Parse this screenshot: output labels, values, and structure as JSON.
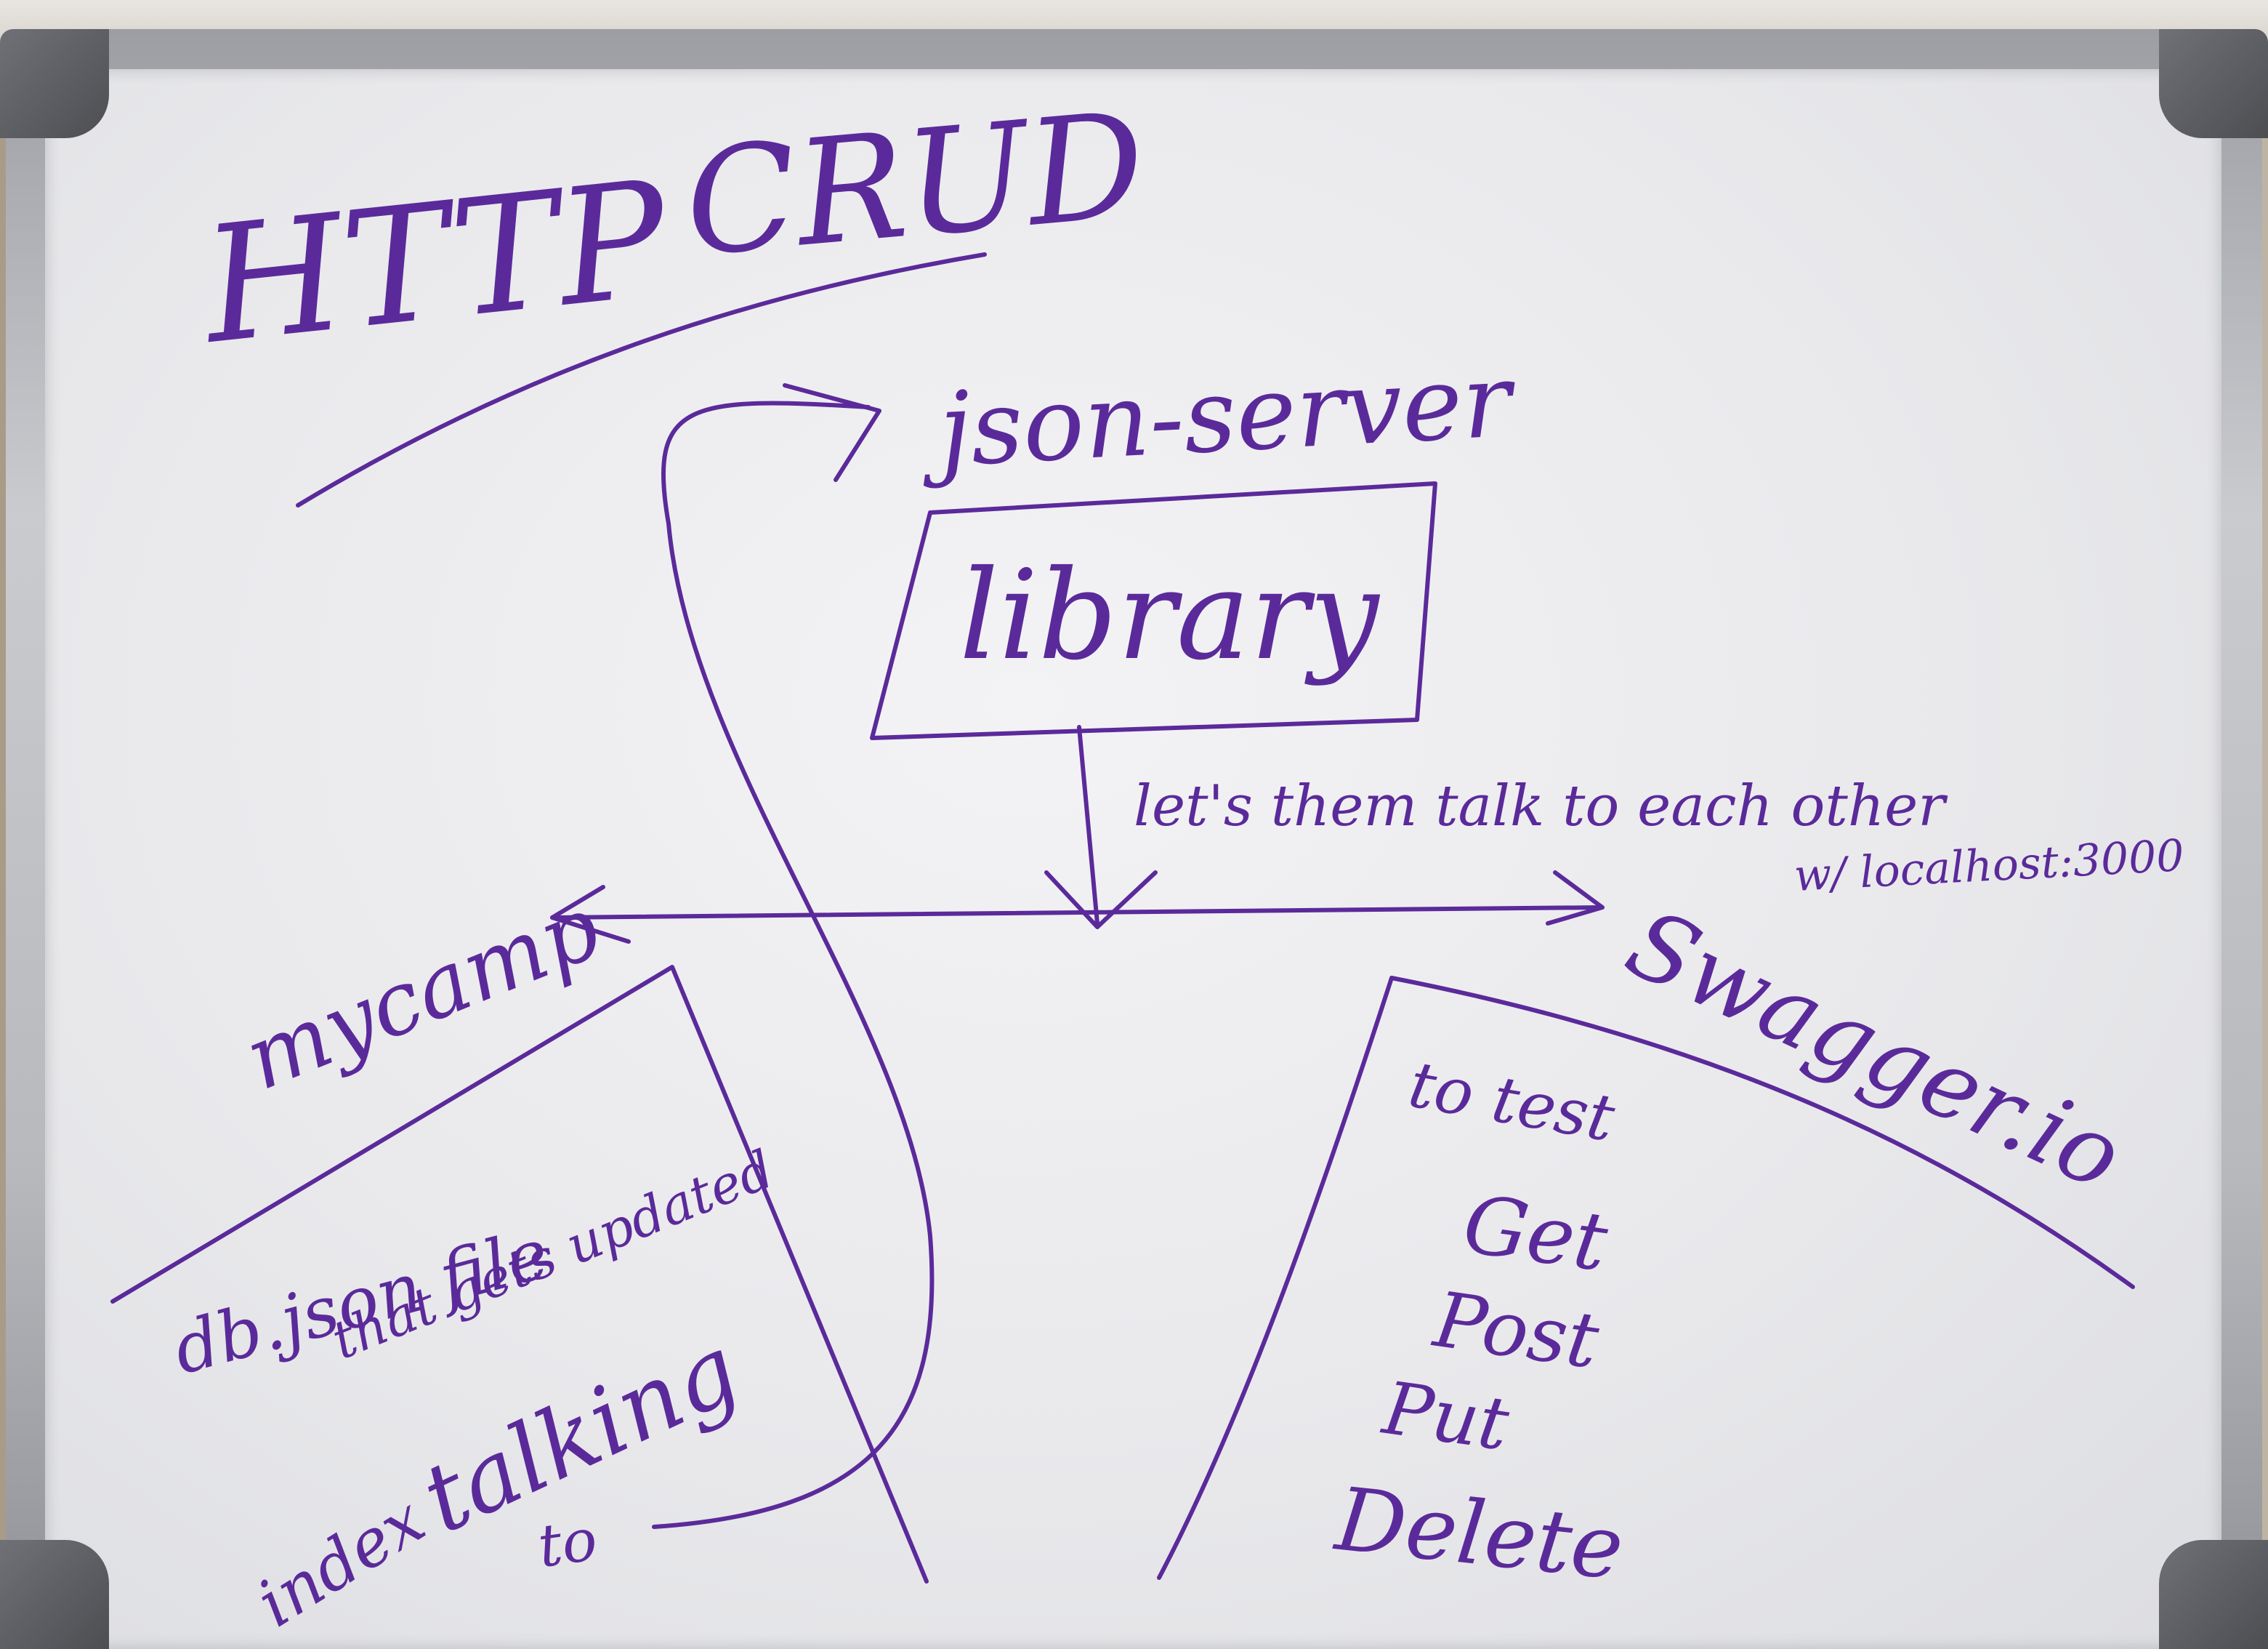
{
  "board": {
    "heading_protocol": "HTTP",
    "heading_operations": "CRUD",
    "server_name": "json-server",
    "server_box_label": "library",
    "connection_note": "let's them talk to each other",
    "connection_address": "w/ localhost:3000",
    "left_panel": {
      "title": "mycamp",
      "line1": "db.json file",
      "line2": "that gets updated",
      "line3_prefix": "index",
      "line3": "talking",
      "line4": "to"
    },
    "right_panel": {
      "title": "Swagger.io",
      "intro": "to test",
      "methods": [
        "Get",
        "Post",
        "Put",
        "Delete"
      ]
    }
  },
  "colors": {
    "ink": "#5b2a9a",
    "board": "#ececef",
    "frame": "#b7b9bd"
  }
}
